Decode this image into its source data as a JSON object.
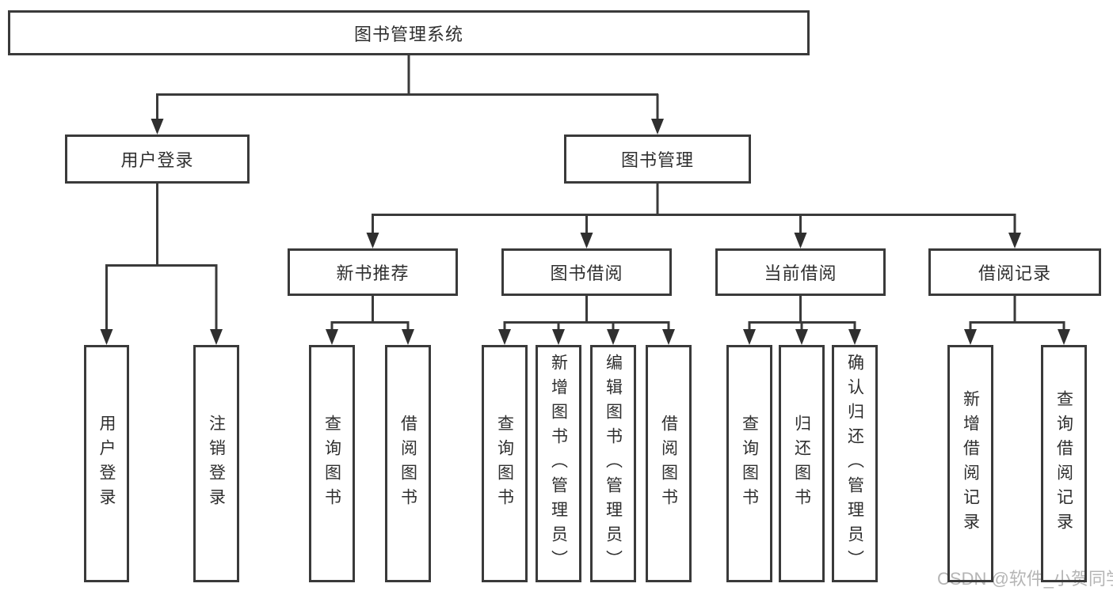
{
  "diagram": {
    "root": {
      "label": "图书管理系统"
    },
    "level2": [
      {
        "label": "用户登录"
      },
      {
        "label": "图书管理"
      }
    ],
    "level3": [
      {
        "label": "新书推荐"
      },
      {
        "label": "图书借阅"
      },
      {
        "label": "当前借阅"
      },
      {
        "label": "借阅记录"
      }
    ],
    "level4": [
      {
        "label": "用户登录"
      },
      {
        "label": "注销登录"
      },
      {
        "label": "查询图书"
      },
      {
        "label": "借阅图书"
      },
      {
        "label": "查询图书"
      },
      {
        "label": "新增图书（管理员）"
      },
      {
        "label": "编辑图书（管理员）"
      },
      {
        "label": "借阅图书"
      },
      {
        "label": "查询图书"
      },
      {
        "label": "归还图书"
      },
      {
        "label": "确认归还（管理员）"
      },
      {
        "label": "新增借阅记录"
      },
      {
        "label": "查询借阅记录"
      }
    ],
    "line_color": "#3a3a3a",
    "arrow_color": "#2f2f2f"
  },
  "watermark": {
    "text": "CSDN @软件_小贺同学"
  }
}
